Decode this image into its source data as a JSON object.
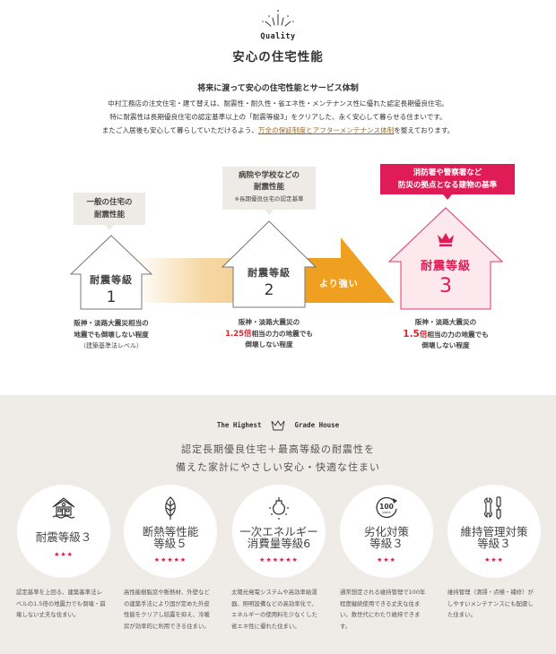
{
  "header": {
    "quality_label": "Quality",
    "title": "安心の住宅性能",
    "subtitle": "将来に渡って安心の住宅性能とサービス体制",
    "intro_lines": [
      "中村工務店の注文住宅・建て替えは、耐震性・耐久性・省エネ性・メンテナンス性に優れた認定長期優良住宅。",
      "特に耐震性は長期優良住宅の認定基準以上の「耐震等級3」をクリアした、永く安心して暮らせる住まいです。"
    ],
    "intro_line3_before": "またご入居後も安心して暮らしていただけるよう、",
    "intro_link": "万全の保証制度とアフターメンテナンス体制",
    "intro_line3_after": "を整えております。"
  },
  "diagram": {
    "stronger_label": "より強い",
    "levels": [
      {
        "callout_lines": [
          "一般の住宅の",
          "耐震性能"
        ],
        "label": "耐震等級",
        "number": "1",
        "desc_lines": [
          "阪神・淡路大震災相当の",
          "地震でも倒壊しない程度"
        ],
        "desc_note": "（建築基準法レベル）"
      },
      {
        "callout_lines": [
          "病院や学校などの",
          "耐震性能"
        ],
        "callout_note": "※長期優良住宅の認定基準",
        "label": "耐震等級",
        "number": "2",
        "desc_line1": "阪神・淡路大震災の",
        "desc_emphasis": "1.25倍",
        "desc_line2_rest": "相当の力の地震でも",
        "desc_line3": "倒壊しない程度"
      },
      {
        "callout_lines": [
          "消防署や警察署など",
          "防災の拠点となる建物の基準"
        ],
        "label": "耐震等級",
        "number": "3",
        "desc_line1": "阪神・淡路大震災の",
        "desc_emphasis_num": "1.5",
        "desc_emphasis_unit": "倍",
        "desc_line2_rest": "相当の力の地震でも",
        "desc_line3": "倒壊しない程度"
      }
    ]
  },
  "bottom": {
    "tagline_left": "The Highest",
    "tagline_right": "Grade House",
    "title_lines": [
      "認定長期優良住宅＋最高等級の耐震性を",
      "備えた家計にやさしい安心・快適な住まい"
    ],
    "features": [
      {
        "icon": "house-icon",
        "label_lines": [
          "耐震等級３"
        ],
        "stars": "★★★",
        "desc": "認定基準を上回る、建築基準法レベルの1.5倍の地震力でも倒壊・崩壊しない丈夫な住まい。"
      },
      {
        "icon": "leaf-icon",
        "label_lines": [
          "断熱等性能",
          "等級５"
        ],
        "stars": "★★★★★",
        "desc": "高性能樹脂窓や断熱材、外壁などの建築手法により国が定めた外皮性能をクリアし結露を抑え、冷暖房が効率的に利用できる住まい。"
      },
      {
        "icon": "lightbulb-icon",
        "label_lines": [
          "一次エネルギー",
          "消費量等級6"
        ],
        "stars": "★★★★★★",
        "desc": "太陽光発電システムや高効率給湯器、照明設備などの高効率化で、エネルギーの使用料を少なくした省エネ性に優れた住まい。"
      },
      {
        "icon": "100-years-icon",
        "icon_text": "100",
        "icon_subtext": "years",
        "label_lines": [
          "劣化対策",
          "等級３"
        ],
        "stars": "★★★",
        "desc": "通常想定される維持管理で100年程度継続使用できる丈夫な住まい。数世代にわたり維持できます。"
      },
      {
        "icon": "tools-icon",
        "label_lines": [
          "維持管理対策",
          "等級３"
        ],
        "stars": "★★★",
        "desc": "維持管理（清掃・点検・補修）がしやすいメンテナンスにも配慮した住まい。"
      }
    ]
  },
  "colors": {
    "accent_red": "#df1c55",
    "star_red": "#e3183f",
    "emphasis_red": "#e0232e",
    "orange": "#f0a021",
    "link_brown": "#9b6a2a",
    "bottom_bg": "#efece7",
    "callout_bg": "#eeebe6"
  }
}
